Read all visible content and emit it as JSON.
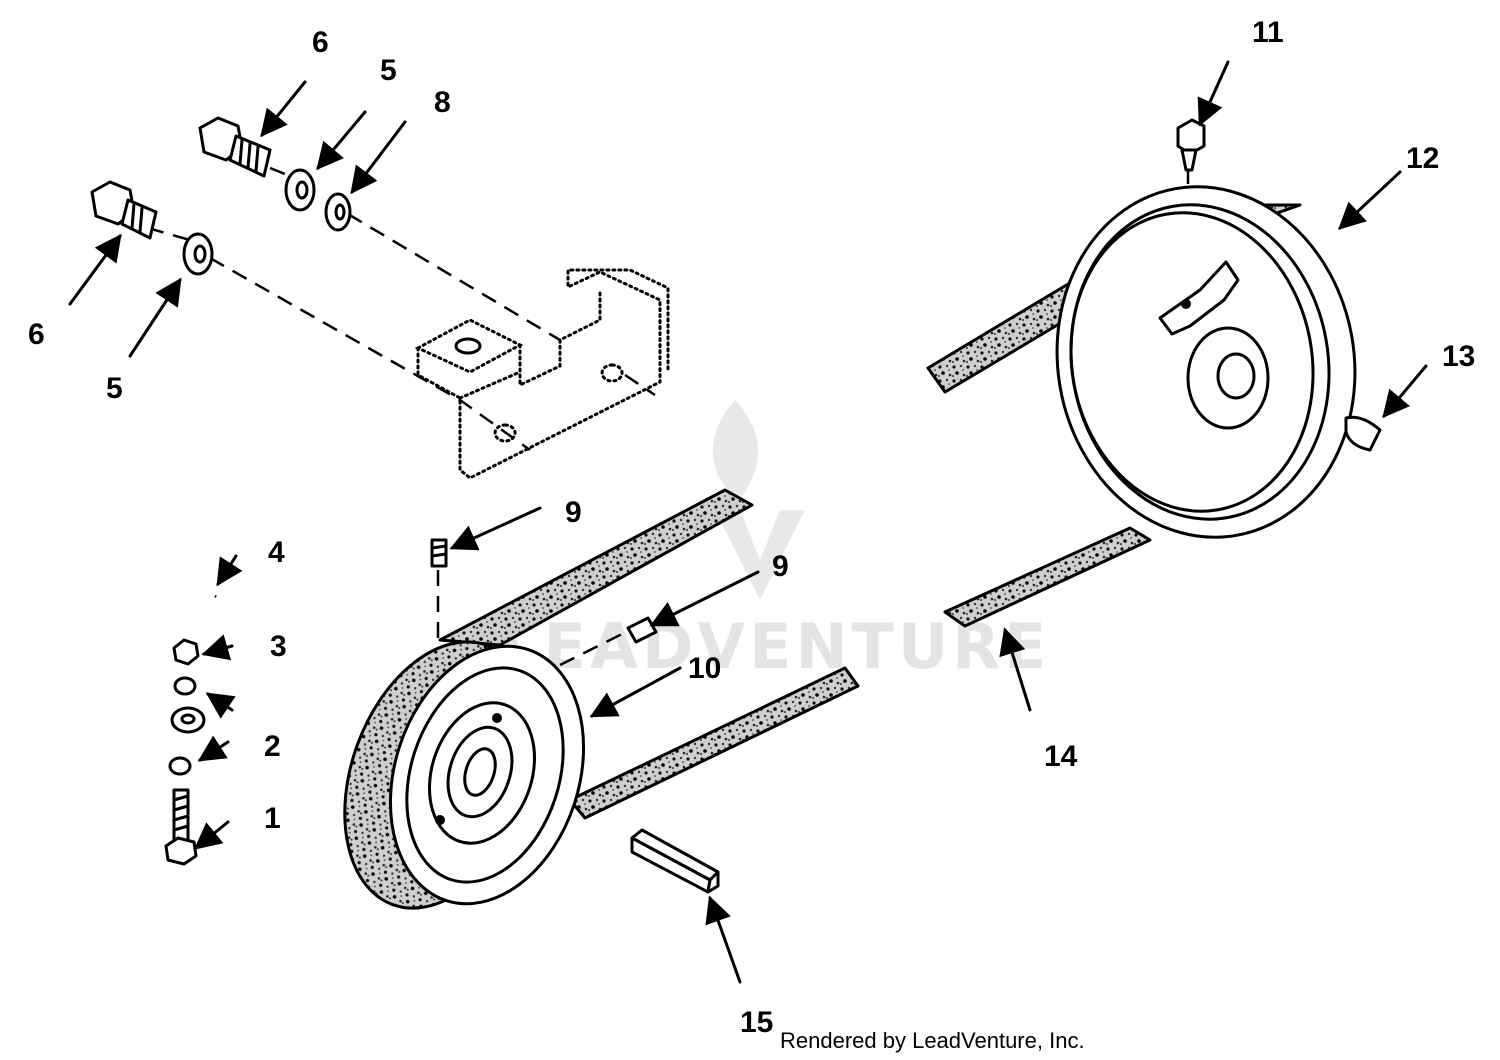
{
  "callouts": [
    {
      "id": "1",
      "label": "1"
    },
    {
      "id": "2",
      "label": "2"
    },
    {
      "id": "3",
      "label": "3"
    },
    {
      "id": "4",
      "label": "4"
    },
    {
      "id": "5a",
      "label": "5"
    },
    {
      "id": "5b",
      "label": "5"
    },
    {
      "id": "6a",
      "label": "6"
    },
    {
      "id": "6b",
      "label": "6"
    },
    {
      "id": "8",
      "label": "8"
    },
    {
      "id": "9a",
      "label": "9"
    },
    {
      "id": "9b",
      "label": "9"
    },
    {
      "id": "10",
      "label": "10"
    },
    {
      "id": "11",
      "label": "11"
    },
    {
      "id": "12",
      "label": "12"
    },
    {
      "id": "13",
      "label": "13"
    },
    {
      "id": "14",
      "label": "14"
    },
    {
      "id": "15",
      "label": "15"
    }
  ],
  "credit": "Rendered by LeadVenture, Inc.",
  "watermark": "LEADVENTURE",
  "colors": {
    "ink": "#000000",
    "background": "#ffffff",
    "watermark": "#e2e2e2"
  }
}
